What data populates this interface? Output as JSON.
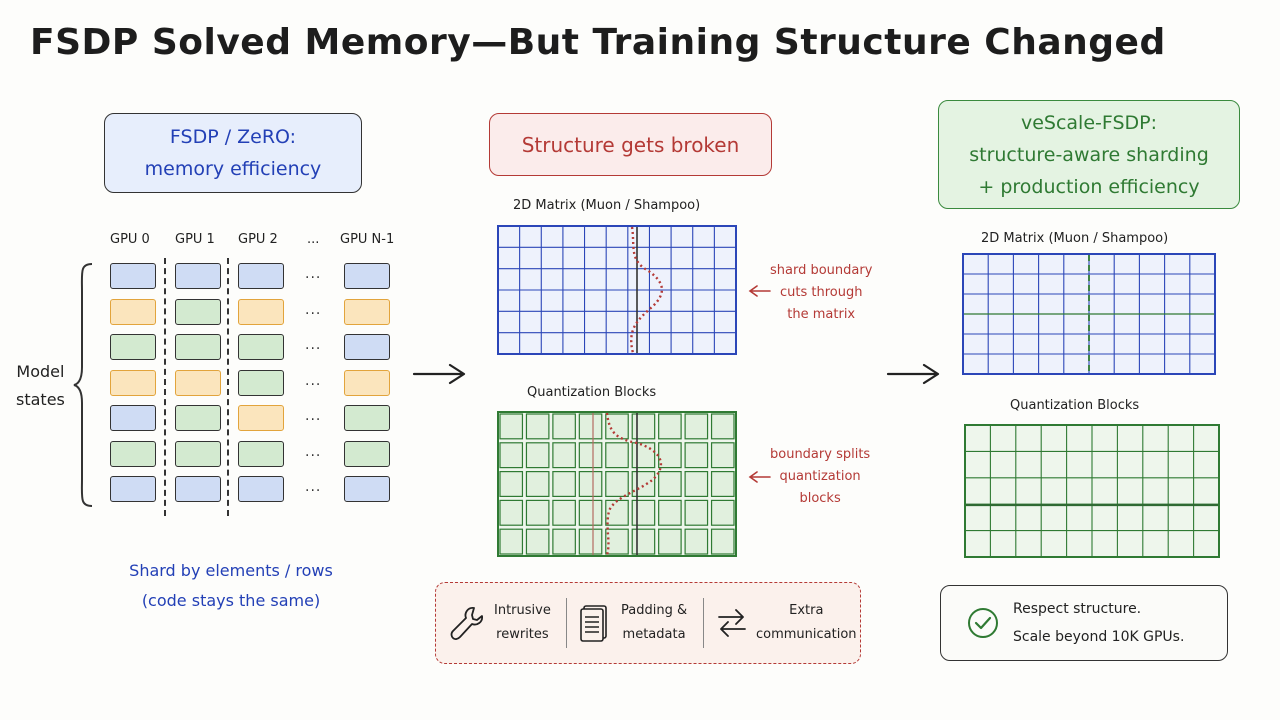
{
  "title": "FSDP Solved Memory—But Training Structure Changed",
  "left": {
    "box_line1": "FSDP / ZeRO:",
    "box_line2": "memory efficiency",
    "gpu_headers": [
      "GPU 0",
      "GPU 1",
      "GPU 2",
      "...",
      "GPU N-1"
    ],
    "model_states_line1": "Model",
    "model_states_line2": "states",
    "caption_line1": "Shard by elements / rows",
    "caption_line2": "(code stays the same)",
    "rows": [
      [
        "blue",
        "blue",
        "blue",
        "blue"
      ],
      [
        "orange",
        "green",
        "orange",
        "orange"
      ],
      [
        "green",
        "green",
        "green",
        "blue"
      ],
      [
        "orange",
        "orange",
        "green",
        "orange"
      ],
      [
        "blue",
        "green",
        "orange",
        "green"
      ],
      [
        "green",
        "green",
        "green",
        "green"
      ],
      [
        "blue",
        "blue",
        "blue",
        "blue"
      ]
    ],
    "row_dots": [
      "...",
      "...",
      "...",
      "...",
      "...",
      "...",
      "..."
    ]
  },
  "middle": {
    "box_label": "Structure gets broken",
    "matrix_title": "2D Matrix (Muon / Shampoo)",
    "blocks_title": "Quantization Blocks",
    "annot_matrix": [
      "shard boundary",
      "cuts through",
      "the matrix"
    ],
    "annot_blocks": [
      "boundary splits",
      "quantization",
      "blocks"
    ],
    "issues": [
      {
        "icon": "wrench-icon",
        "line1": "Intrusive",
        "line2": "rewrites"
      },
      {
        "icon": "document-icon",
        "line1": "Padding &",
        "line2": "metadata"
      },
      {
        "icon": "swap-arrows-icon",
        "line1": "Extra",
        "line2": "communication"
      }
    ]
  },
  "right": {
    "box_line1": "veScale-FSDP:",
    "box_line2": "structure-aware sharding",
    "box_line3": "+ production efficiency",
    "matrix_title": "2D Matrix (Muon / Shampoo)",
    "blocks_title": "Quantization Blocks",
    "result_line1": "Respect structure.",
    "result_line2": "Scale beyond 10K GPUs."
  },
  "colors": {
    "blue": "#2340b6",
    "red": "#b43a36",
    "green": "#3a8a3e",
    "grid_blue": "#2b46b8",
    "grid_green": "#2f7a33"
  }
}
